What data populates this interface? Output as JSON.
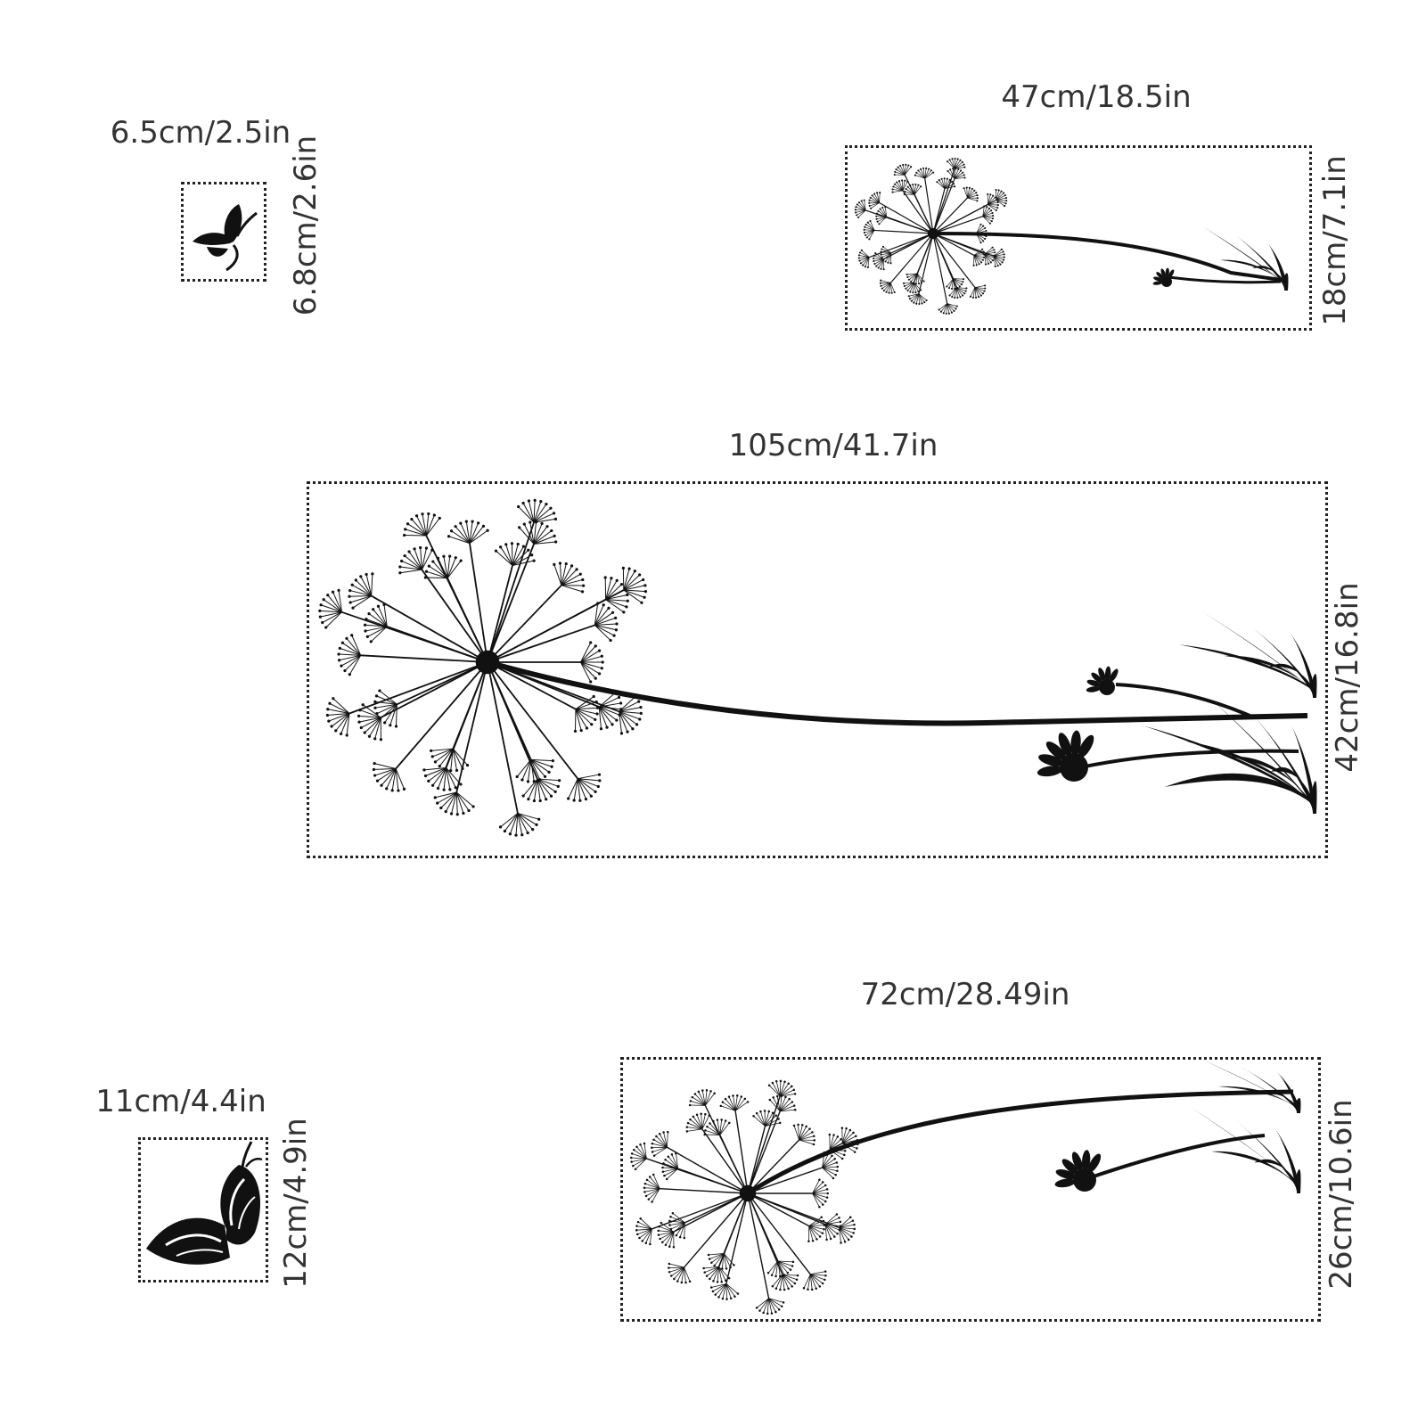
{
  "colors": {
    "ink": "#111111",
    "label": "#333333",
    "border": "#222222",
    "background": "#ffffff"
  },
  "stickers": [
    {
      "id": "small-butterfly",
      "icon": "butterfly-icon",
      "width_label": "6.5cm/2.5in",
      "height_label": "6.8cm/2.6in"
    },
    {
      "id": "small-dandelion",
      "icon": "dandelion-icon",
      "width_label": "47cm/18.5in",
      "height_label": "18cm/7.1in"
    },
    {
      "id": "large-dandelion",
      "icon": "dandelion-icon",
      "width_label": "105cm/41.7in",
      "height_label": "42cm/16.8in"
    },
    {
      "id": "large-butterfly",
      "icon": "butterfly-icon",
      "width_label": "11cm/4.4in",
      "height_label": "12cm/4.9in"
    },
    {
      "id": "medium-dandelion",
      "icon": "dandelion-icon",
      "width_label": "72cm/28.49in",
      "height_label": "26cm/10.6in"
    }
  ]
}
